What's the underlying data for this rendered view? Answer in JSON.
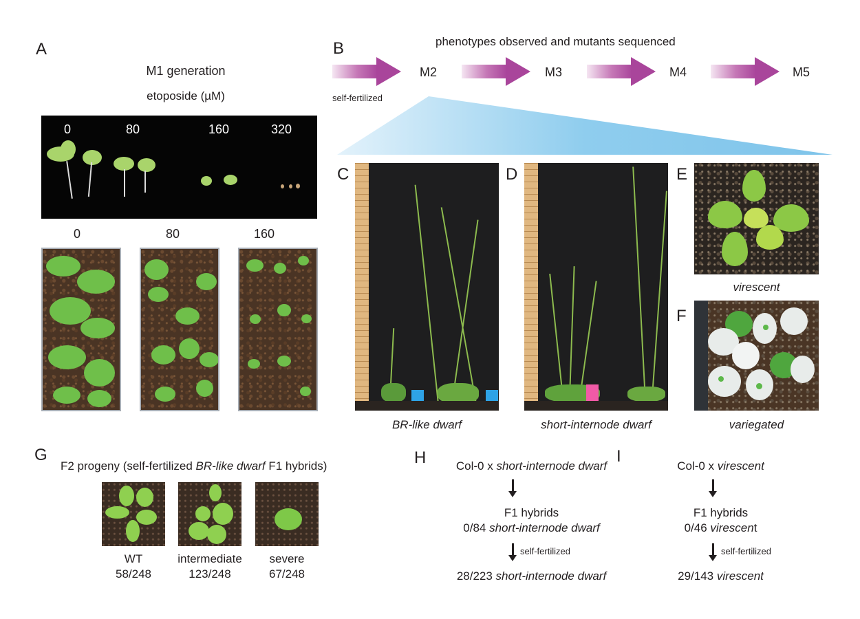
{
  "panels": {
    "A": {
      "letter": "A",
      "title": "M1 generation",
      "subtitle": "etoposide (µM)",
      "seedling_doses": [
        "0",
        "80",
        "160",
        "320"
      ],
      "tray_doses": [
        "0",
        "80",
        "160"
      ]
    },
    "B": {
      "letter": "B",
      "header": "phenotypes observed and mutants sequenced",
      "generations": [
        "M2",
        "M3",
        "M4",
        "M5"
      ],
      "arrow_label": "self-fertilized",
      "arrow_color": "#a9459b",
      "wedge_color": "#7fc4ea"
    },
    "C": {
      "letter": "C",
      "caption": "BR-like dwarf"
    },
    "D": {
      "letter": "D",
      "caption": "short-internode dwarf"
    },
    "E": {
      "letter": "E",
      "caption": "virescent"
    },
    "F": {
      "letter": "F",
      "caption": "variegated"
    },
    "G": {
      "letter": "G",
      "title_pre": "F2 progeny (self-fertilized ",
      "title_ital": "BR-like dwarf",
      "title_post": " F1 hybrids)",
      "classes": [
        {
          "label": "WT",
          "count": "58/248"
        },
        {
          "label": "intermediate",
          "count": "123/248"
        },
        {
          "label": "severe",
          "count": "67/248"
        }
      ]
    },
    "H": {
      "letter": "H",
      "cross_pre": "Col-0 x ",
      "cross_ital": "short-internode dwarf",
      "f1_label": "F1 hybrids",
      "f1_count": "0/84 ",
      "f1_ital": "short-internode dwarf",
      "arrow_label": "self-fertilized",
      "f2_count": "28/223 ",
      "f2_ital": "short-internode dwarf"
    },
    "I": {
      "letter": "I",
      "cross_pre": "Col-0 x ",
      "cross_ital": "virescent",
      "f1_label": "F1 hybrids",
      "f1_count": "0/46 ",
      "f1_ital": "virescen",
      "f1_tail": "t",
      "arrow_label": "self-fertilized",
      "f2_count": "29/143 ",
      "f2_ital": "virescent"
    }
  }
}
